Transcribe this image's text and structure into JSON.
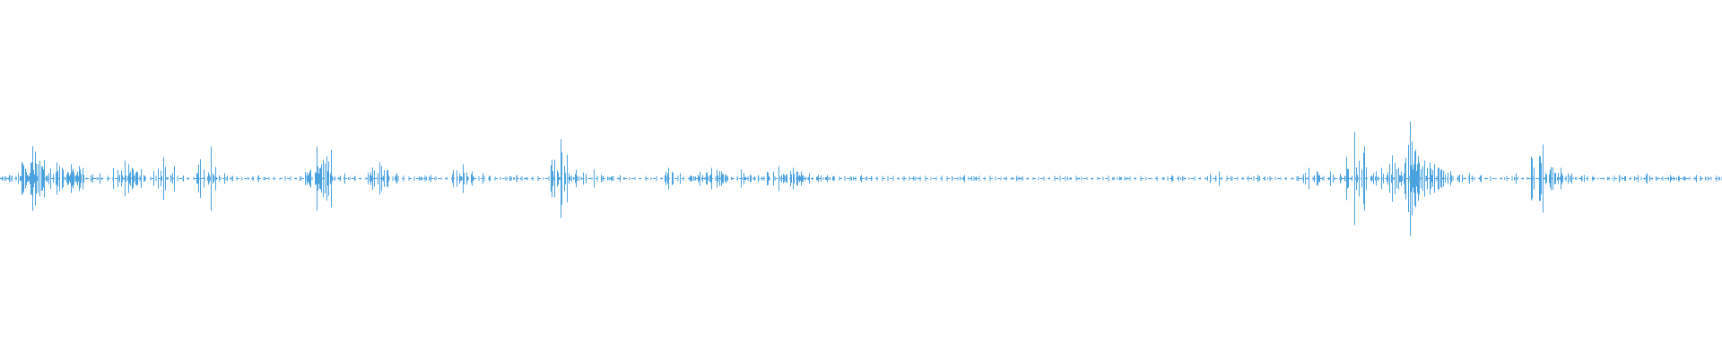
{
  "waveform": {
    "color": "#4aa3df",
    "normalized_peaks": [
      {
        "t": 0.0051,
        "a": 0.02
      },
      {
        "t": 0.0102,
        "a": 0.03
      },
      {
        "t": 0.0153,
        "a": 0.02
      },
      {
        "t": 0.0185,
        "a": 0.18
      },
      {
        "t": 0.0205,
        "a": 0.15
      },
      {
        "t": 0.0219,
        "a": 0.08
      },
      {
        "t": 0.025,
        "a": 0.05
      },
      {
        "t": 0.033,
        "a": 0.09
      },
      {
        "t": 0.0346,
        "a": 0.07
      },
      {
        "t": 0.036,
        "a": 0.06
      },
      {
        "t": 0.041,
        "a": 0.08
      },
      {
        "t": 0.046,
        "a": 0.07
      },
      {
        "t": 0.048,
        "a": 0.06
      },
      {
        "t": 0.058,
        "a": 0.03
      },
      {
        "t": 0.0725,
        "a": 0.1
      },
      {
        "t": 0.0745,
        "a": 0.08
      },
      {
        "t": 0.0765,
        "a": 0.06
      },
      {
        "t": 0.079,
        "a": 0.04
      },
      {
        "t": 0.095,
        "a": 0.12
      },
      {
        "t": 0.1,
        "a": 0.03
      },
      {
        "t": 0.118,
        "a": 0.05
      },
      {
        "t": 0.1225,
        "a": 0.18
      },
      {
        "t": 0.13,
        "a": 0.03
      },
      {
        "t": 0.15,
        "a": 0.02
      },
      {
        "t": 0.18,
        "a": 0.05
      },
      {
        "t": 0.1838,
        "a": 0.18
      },
      {
        "t": 0.186,
        "a": 0.06
      },
      {
        "t": 0.192,
        "a": 0.16
      },
      {
        "t": 0.2,
        "a": 0.03
      },
      {
        "t": 0.2205,
        "a": 0.09
      },
      {
        "t": 0.2215,
        "a": 0.07
      },
      {
        "t": 0.23,
        "a": 0.03
      },
      {
        "t": 0.25,
        "a": 0.02
      },
      {
        "t": 0.269,
        "a": 0.08
      },
      {
        "t": 0.274,
        "a": 0.04
      },
      {
        "t": 0.28,
        "a": 0.03
      },
      {
        "t": 0.3,
        "a": 0.02
      },
      {
        "t": 0.3255,
        "a": 0.22
      },
      {
        "t": 0.3275,
        "a": 0.07
      },
      {
        "t": 0.33,
        "a": 0.03
      },
      {
        "t": 0.345,
        "a": 0.05
      },
      {
        "t": 0.36,
        "a": 0.02
      },
      {
        "t": 0.388,
        "a": 0.06
      },
      {
        "t": 0.395,
        "a": 0.03
      },
      {
        "t": 0.405,
        "a": 0.02
      },
      {
        "t": 0.413,
        "a": 0.06
      },
      {
        "t": 0.416,
        "a": 0.05
      },
      {
        "t": 0.419,
        "a": 0.04
      },
      {
        "t": 0.43,
        "a": 0.05
      },
      {
        "t": 0.44,
        "a": 0.02
      },
      {
        "t": 0.452,
        "a": 0.07
      },
      {
        "t": 0.4605,
        "a": 0.06
      },
      {
        "t": 0.4625,
        "a": 0.04
      },
      {
        "t": 0.47,
        "a": 0.03
      },
      {
        "t": 0.48,
        "a": 0.02
      },
      {
        "t": 0.5,
        "a": 0.02
      },
      {
        "t": 0.53,
        "a": 0.01
      },
      {
        "t": 0.56,
        "a": 0.02
      },
      {
        "t": 0.59,
        "a": 0.01
      },
      {
        "t": 0.62,
        "a": 0.01
      },
      {
        "t": 0.65,
        "a": 0.01
      },
      {
        "t": 0.68,
        "a": 0.02
      },
      {
        "t": 0.708,
        "a": 0.04
      },
      {
        "t": 0.73,
        "a": 0.02
      },
      {
        "t": 0.76,
        "a": 0.06
      },
      {
        "t": 0.7725,
        "a": 0.04
      },
      {
        "t": 0.783,
        "a": 0.05
      },
      {
        "t": 0.7865,
        "a": 0.26
      },
      {
        "t": 0.789,
        "a": 0.1
      },
      {
        "t": 0.7915,
        "a": 0.05
      },
      {
        "t": 0.799,
        "a": 0.04
      },
      {
        "t": 0.8085,
        "a": 0.13
      },
      {
        "t": 0.812,
        "a": 0.06
      },
      {
        "t": 0.8185,
        "a": 0.32
      },
      {
        "t": 0.821,
        "a": 0.08
      },
      {
        "t": 0.824,
        "a": 0.09
      },
      {
        "t": 0.827,
        "a": 0.1
      },
      {
        "t": 0.83,
        "a": 0.09
      },
      {
        "t": 0.833,
        "a": 0.08
      },
      {
        "t": 0.8355,
        "a": 0.06
      },
      {
        "t": 0.842,
        "a": 0.04
      },
      {
        "t": 0.853,
        "a": 0.03
      },
      {
        "t": 0.88,
        "a": 0.03
      },
      {
        "t": 0.896,
        "a": 0.19
      },
      {
        "t": 0.9,
        "a": 0.05
      },
      {
        "t": 0.906,
        "a": 0.06
      },
      {
        "t": 0.92,
        "a": 0.02
      },
      {
        "t": 0.94,
        "a": 0.02
      },
      {
        "t": 0.956,
        "a": 0.03
      },
      {
        "t": 0.97,
        "a": 0.02
      },
      {
        "t": 0.985,
        "a": 0.02
      },
      {
        "t": 0.998,
        "a": 0.01
      }
    ]
  }
}
